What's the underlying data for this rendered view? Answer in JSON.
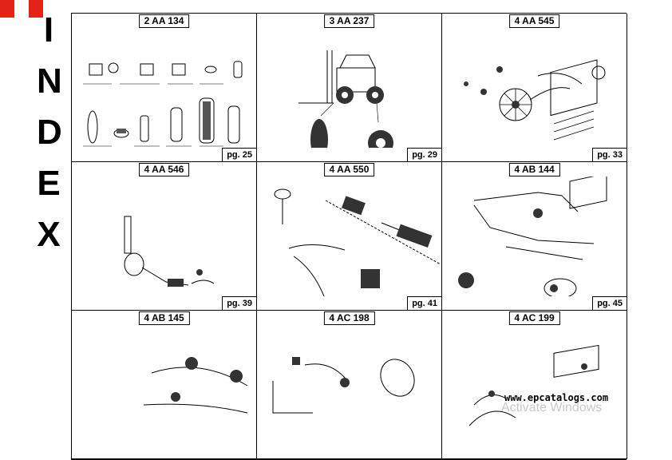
{
  "index_letters": [
    "I",
    "N",
    "D",
    "E",
    "X"
  ],
  "colors": {
    "accent": "#e2231a",
    "line": "#000000",
    "ghost_text": "#c8c8c8"
  },
  "cells": [
    {
      "title": "2 AA 134",
      "page": "pg. 25"
    },
    {
      "title": "3 AA 237",
      "page": "pg. 29"
    },
    {
      "title": "4 AA 545",
      "page": "pg. 33"
    },
    {
      "title": "4 AA 546",
      "page": "pg. 39"
    },
    {
      "title": "4 AA 550",
      "page": "pg. 41"
    },
    {
      "title": "4 AB 144",
      "page": "pg. 45"
    },
    {
      "title": "4 AB 145",
      "page": ""
    },
    {
      "title": "4 AC 198",
      "page": ""
    },
    {
      "title": "4 AC 199",
      "page": ""
    }
  ],
  "watermark": "www.epcatalogs.com",
  "overlay_text": "Activate Windows"
}
